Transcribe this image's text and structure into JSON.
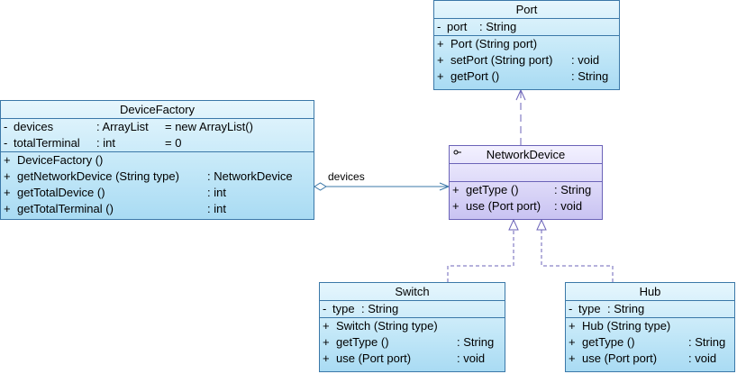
{
  "classes": {
    "port": {
      "name": "Port",
      "attrs": [
        {
          "vis": "-",
          "name": "port",
          "type": ": String"
        }
      ],
      "ops": [
        {
          "vis": "+",
          "name": "Port (String port)",
          "ret": ""
        },
        {
          "vis": "+",
          "name": "setPort (String port)",
          "ret": ": void"
        },
        {
          "vis": "+",
          "name": "getPort ()",
          "ret": ": String"
        }
      ]
    },
    "device_factory": {
      "name": "DeviceFactory",
      "attrs": [
        {
          "vis": "-",
          "name": "devices",
          "type": ": ArrayList",
          "init": "= new ArrayList()"
        },
        {
          "vis": "-",
          "name": "totalTerminal",
          "type": ": int",
          "init": "= 0"
        }
      ],
      "ops": [
        {
          "vis": "+",
          "name": "DeviceFactory ()",
          "ret": ""
        },
        {
          "vis": "+",
          "name": "getNetworkDevice (String type)",
          "ret": ": NetworkDevice"
        },
        {
          "vis": "+",
          "name": "getTotalDevice ()",
          "ret": ": int"
        },
        {
          "vis": "+",
          "name": "getTotalTerminal ()",
          "ret": ": int"
        }
      ]
    },
    "network_device": {
      "name": "NetworkDevice",
      "stereo_icon": "interface-circle-icon",
      "ops": [
        {
          "vis": "+",
          "name": "getType ()",
          "ret": ": String"
        },
        {
          "vis": "+",
          "name": "use (Port port)",
          "ret": ": void"
        }
      ]
    },
    "switch": {
      "name": "Switch",
      "attrs": [
        {
          "vis": "-",
          "name": "type",
          "type": ": String"
        }
      ],
      "ops": [
        {
          "vis": "+",
          "name": "Switch (String type)",
          "ret": ""
        },
        {
          "vis": "+",
          "name": "getType ()",
          "ret": ": String"
        },
        {
          "vis": "+",
          "name": "use (Port port)",
          "ret": ": void"
        }
      ]
    },
    "hub": {
      "name": "Hub",
      "attrs": [
        {
          "vis": "-",
          "name": "type",
          "type": ": String"
        }
      ],
      "ops": [
        {
          "vis": "+",
          "name": "Hub (String type)",
          "ret": ""
        },
        {
          "vis": "+",
          "name": "getType ()",
          "ret": ": String"
        },
        {
          "vis": "+",
          "name": "use (Port port)",
          "ret": ": void"
        }
      ]
    }
  },
  "relations": {
    "devices_label": "devices"
  },
  "colors": {
    "class_border": "#3b78a8",
    "interface_border": "#6b63b8",
    "line": "#6b63b8"
  }
}
